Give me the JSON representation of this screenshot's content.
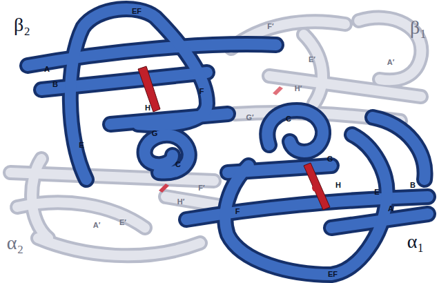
{
  "diagram": {
    "labels": [
      "β₂",
      "β₁",
      "α₂",
      "α₁",
      "EF",
      "A",
      "B",
      "F",
      "H",
      "G",
      "E",
      "C",
      "F′",
      "E′",
      "A′",
      "H′",
      "G′",
      "C",
      "G",
      "H",
      "E",
      "B",
      "F",
      "A",
      "EF",
      "F′",
      "H′",
      "E′",
      "A′"
    ]
  }
}
